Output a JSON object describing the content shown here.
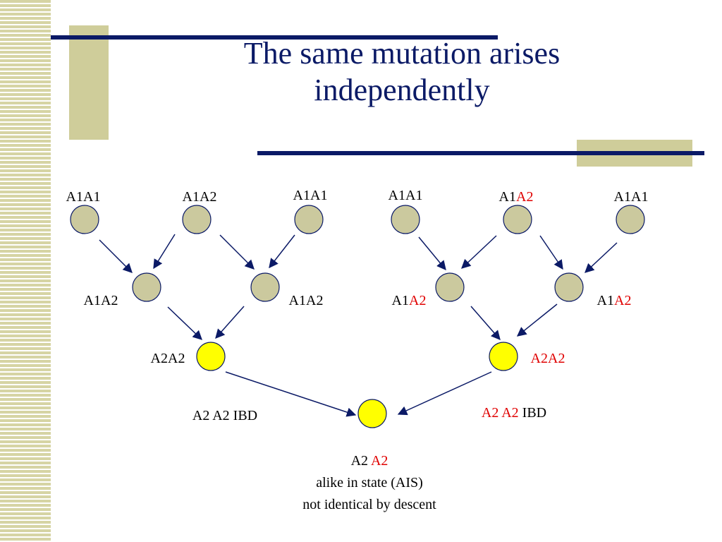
{
  "slide": {
    "title_line1": "The same mutation arises",
    "title_line2": "independently"
  },
  "colors": {
    "title": "#0b1a66",
    "accent_bar": "#0b1a66",
    "tan": "#cfcd9a",
    "node_gray": "#cbc99e",
    "node_yellow": "#ffff00",
    "red_text": "#e00000"
  },
  "nodes": {
    "top1": "A1A1",
    "top2": "A1A2",
    "top3": "A1A1",
    "top4": "A1A1",
    "top5_a": "A1",
    "top5_b": "A2",
    "top6": "A1A1",
    "mid1": "A1A2",
    "mid2": "A1A2",
    "mid3_a": "A1",
    "mid3_b": "A2",
    "mid4_a": "A1",
    "mid4_b": "A2",
    "bot_left": "A2A2",
    "bot_right": "A2A2"
  },
  "annotations": {
    "ibd_left": "A2 A2 IBD",
    "ibd_right_a": "A2 A2",
    "ibd_right_b": " IBD",
    "final_a": "A2 ",
    "final_b": "A2",
    "final_line2": "alike in state (AIS)",
    "final_line3": "not identical by descent"
  }
}
